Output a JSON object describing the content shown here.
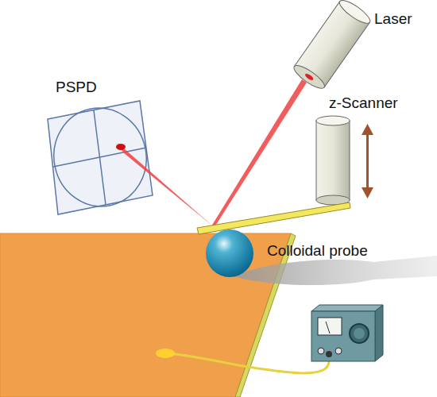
{
  "diagram": {
    "labels": [
      "Laser",
      "z-Scanner",
      "PSPD",
      "Colloidal probe"
    ]
  }
}
